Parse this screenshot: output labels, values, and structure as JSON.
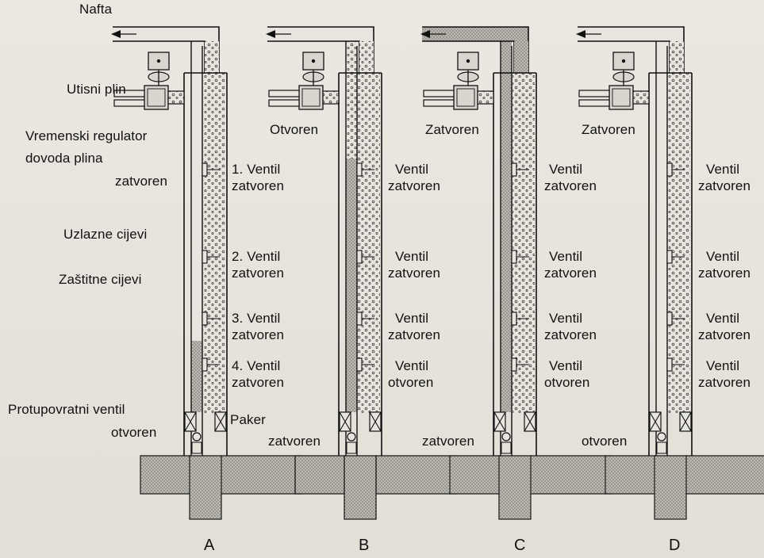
{
  "panel_letters": [
    "A",
    "B",
    "C",
    "D"
  ],
  "labels_a": {
    "oil": "Nafta",
    "injected_gas": "Utisni plin",
    "regulator_line1": "Vremenski regulator",
    "regulator_line2": "dovoda plina",
    "regulator_state": "zatvoren",
    "tubing": "Uzlazne cijevi",
    "casing": "Zaštitne cijevi",
    "check_valve": "Protupovratni ventil",
    "check_valve_state": "otvoren",
    "packer": "Paker"
  },
  "valve_titles": [
    "1. Ventil",
    "2. Ventil",
    "3. Ventil",
    "4. Ventil"
  ],
  "panel_a_states": [
    "zatvoren",
    "zatvoren",
    "zatvoren",
    "zatvoren"
  ],
  "panel_b": {
    "regulator": "Otvoren",
    "valve_word": "Ventil",
    "valve_states": [
      "zatvoren",
      "zatvoren",
      "zatvoren",
      "otvoren"
    ],
    "check_valve": "zatvoren"
  },
  "panel_c": {
    "regulator": "Zatvoren",
    "valve_word": "Ventil",
    "valve_states": [
      "zatvoren",
      "zatvoren",
      "zatvoren",
      "otvoren"
    ],
    "check_valve": "zatvoren"
  },
  "panel_d": {
    "regulator": "Zatvoren",
    "valve_word": "Ventil",
    "valve_states": [
      "zatvoren",
      "zatvoren",
      "zatvoren",
      "zatvoren"
    ],
    "check_valve": "otvoren"
  },
  "colors": {
    "ink": "#111111",
    "paper": "#e6e3dc",
    "fill": "#b9b6ae"
  }
}
